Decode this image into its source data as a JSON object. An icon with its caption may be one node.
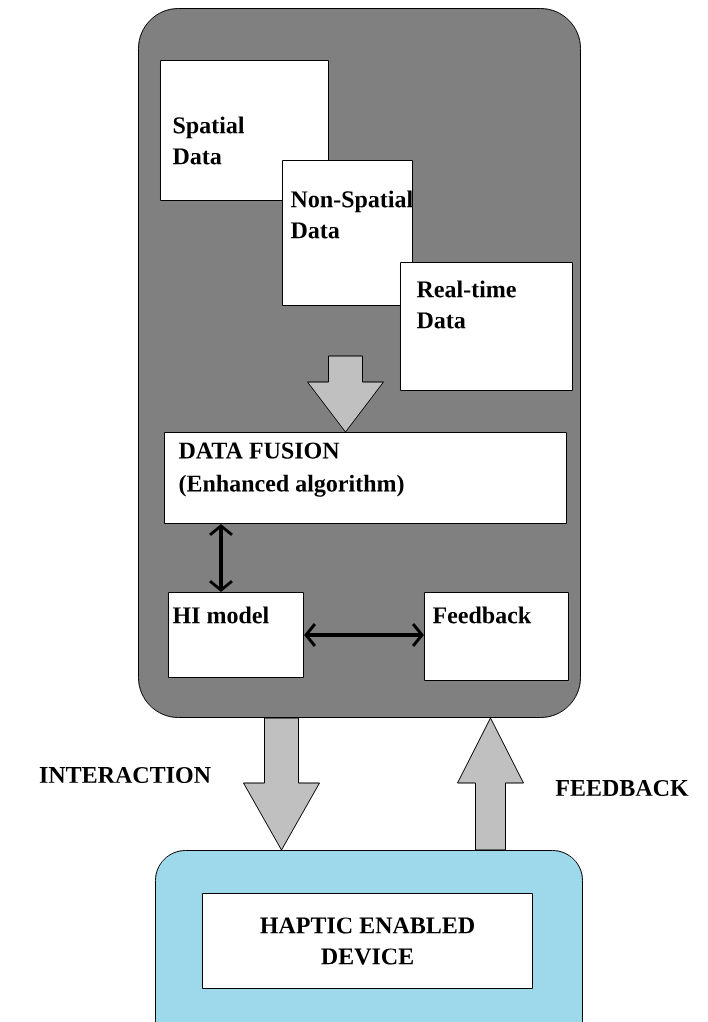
{
  "diagram": {
    "nodes": [
      {
        "text": [],
        "shape": "box"
      },
      {
        "text": [
          "Spatial Data"
        ],
        "in": 0
      },
      {
        "text": [
          "Non-Spatial Data"
        ],
        "in": 0
      },
      {
        "text": [
          "Real-time Data"
        ],
        "in": 0
      },
      {
        "text": [
          "DATA FUSION",
          "(Enhanced algorithm)"
        ],
        "in": 0
      },
      {
        "text": [
          "HI model"
        ],
        "in": 0
      },
      {
        "text": [
          "Feedback"
        ],
        "in": 0
      },
      {
        "text": [],
        "shape": "box"
      },
      {
        "text": [
          "HAPTIC ENABLED DEVICE"
        ],
        "in": 7
      }
    ],
    "edges": [
      {
        "from": 2,
        "to": 4,
        "arrow": "to"
      },
      {
        "from": 4,
        "to": 5,
        "arrow": "both",
        "color": "#000000"
      },
      {
        "from": 5,
        "to": 6,
        "arrow": "both",
        "color": "#000000"
      },
      {
        "from": 0,
        "to": 7,
        "arrow": "to",
        "label": "INTERACTION"
      },
      {
        "from": 7,
        "to": 0,
        "arrow": "to",
        "label": "FEEDBACK"
      }
    ]
  }
}
